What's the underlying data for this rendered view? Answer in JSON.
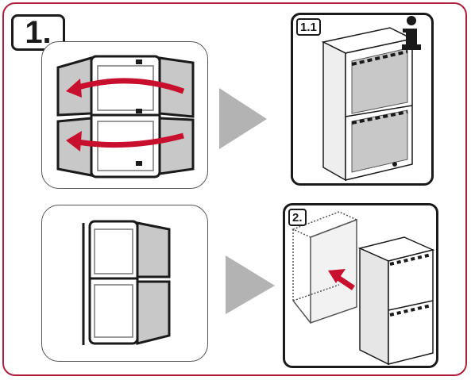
{
  "steps": {
    "step1": "1.",
    "step1_1": "1.1",
    "step2": "2."
  },
  "icons": {
    "info": "info-icon",
    "arrow_right": "play-arrow-icon",
    "rotate_arrows": "curved-arrow-icon",
    "push_arrow": "push-arrow-icon"
  },
  "colors": {
    "frame": "#b01e3c",
    "arrow_red": "#c8102e",
    "panel_gray": "#c8c8c8",
    "triangle_gray": "#b3b3b3",
    "outline": "#1a1a1a"
  }
}
